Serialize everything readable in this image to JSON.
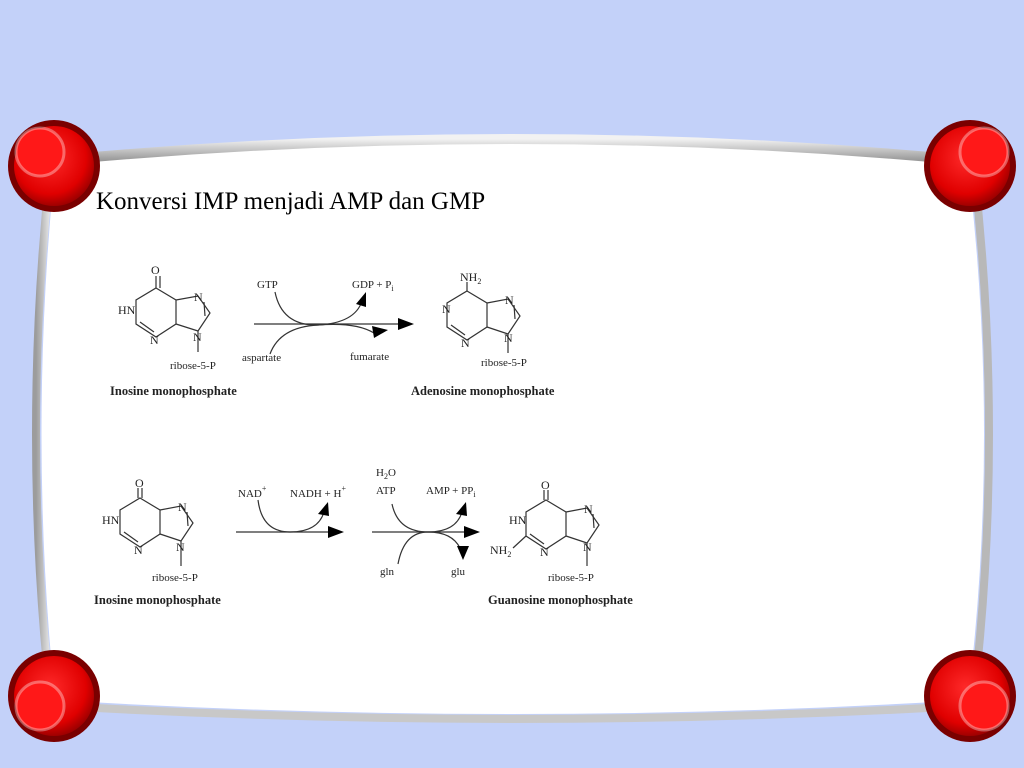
{
  "slide": {
    "title": "Konversi IMP menjadi AMP dan GMP"
  },
  "reaction_amp": {
    "substrate": {
      "name": "Inosine monophosphate",
      "atoms": {
        "o": "O",
        "hn": "HN",
        "n1": "N",
        "n2": "N",
        "n3": "N",
        "ribose": "ribose-5-P"
      }
    },
    "product": {
      "name": "Adenosine monophosphate",
      "atoms": {
        "nh": "NH",
        "nh_sub": "2",
        "n1": "N",
        "n2": "N",
        "n3": "N",
        "n4": "N",
        "ribose": "ribose-5-P"
      }
    },
    "reagents": {
      "in_top": "GTP",
      "out_top": "GDP + P",
      "out_top_sub": "i",
      "in_bottom": "aspartate",
      "out_bottom": "fumarate"
    }
  },
  "reaction_gmp": {
    "substrate": {
      "name": "Inosine monophosphate",
      "atoms": {
        "o": "O",
        "hn": "HN",
        "n1": "N",
        "n2": "N",
        "n3": "N",
        "ribose": "ribose-5-P"
      }
    },
    "product": {
      "name": "Guanosine monophosphate",
      "atoms": {
        "o": "O",
        "hn": "HN",
        "nh": "NH",
        "nh_sub": "2",
        "n1": "N",
        "n2": "N",
        "n3": "N",
        "ribose": "ribose-5-P"
      }
    },
    "step1": {
      "in_top": "NAD",
      "in_top_sup": "+",
      "out_top": "NADH + H",
      "out_top_sup": "+"
    },
    "step2": {
      "h2o_h": "H",
      "h2o_sub": "2",
      "h2o_o": "O",
      "in_top": "ATP",
      "out_top": "AMP + PP",
      "out_top_sub": "i",
      "in_bottom": "gln",
      "out_bottom": "glu"
    }
  },
  "colors": {
    "background": "#c3d1f9",
    "panel": "#ffffff",
    "corner_button": "#ff0000",
    "ink": "#222222"
  },
  "icons": [
    "corner-button-icon"
  ]
}
